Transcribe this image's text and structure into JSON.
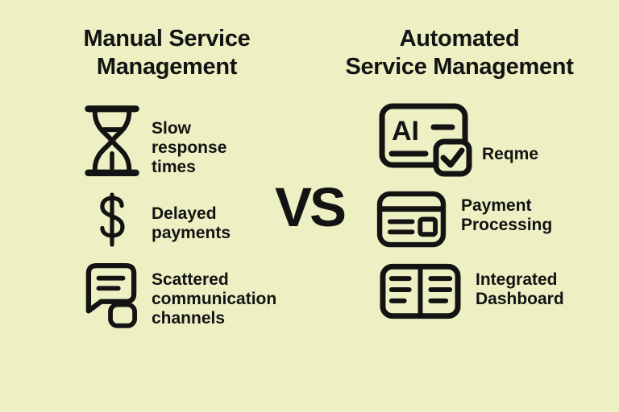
{
  "page": {
    "background_color": "#edf0c3",
    "ink_color": "#131313",
    "vs_label": "VS"
  },
  "left_column": {
    "title": "Manual Service\nManagement",
    "items": [
      {
        "icon": "hourglass-icon",
        "label": "Slow\nresponse\ntimes"
      },
      {
        "icon": "dollar-icon",
        "label": "Delayed\npayments"
      },
      {
        "icon": "chat-bubble-icon",
        "label": "Scattered\ncommunication\nchannels"
      }
    ]
  },
  "right_column": {
    "title": "Automated\nService Management",
    "items": [
      {
        "icon": "ai-document-icon",
        "icon_text": "AI",
        "label": "Reqme"
      },
      {
        "icon": "credit-card-icon",
        "label": "Payment\nProcessing"
      },
      {
        "icon": "dashboard-book-icon",
        "label": "Integrated\nDashboard"
      }
    ]
  }
}
